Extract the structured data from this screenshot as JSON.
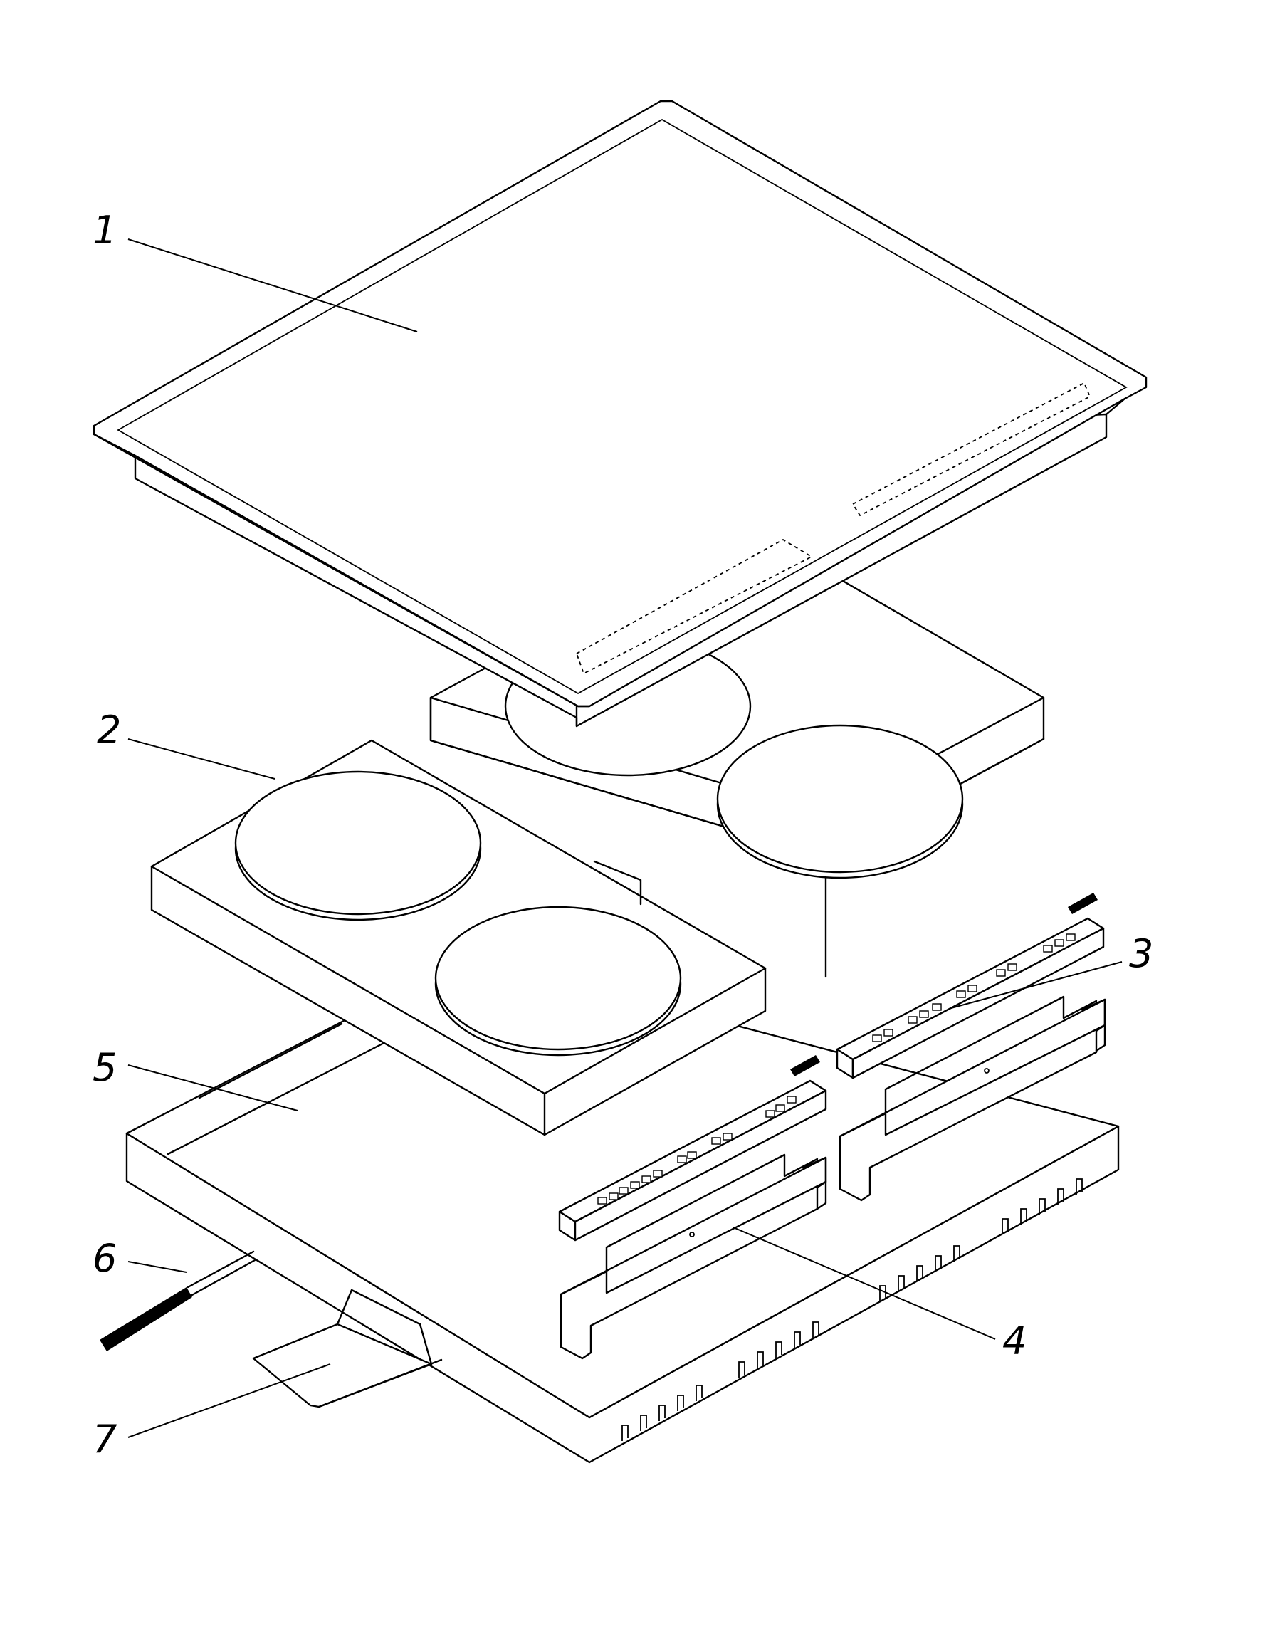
{
  "figure": {
    "labels": [
      {
        "id": "label-1",
        "text": "1"
      },
      {
        "id": "label-2",
        "text": "2"
      },
      {
        "id": "label-3",
        "text": "3"
      },
      {
        "id": "label-4",
        "text": "4"
      },
      {
        "id": "label-5",
        "text": "5"
      },
      {
        "id": "label-6",
        "text": "6"
      },
      {
        "id": "label-7",
        "text": "7"
      }
    ]
  }
}
